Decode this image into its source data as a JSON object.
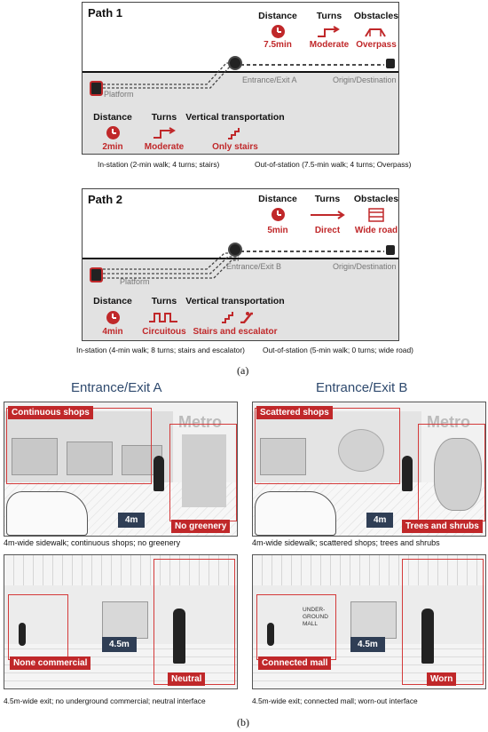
{
  "path1": {
    "title": "Path 1",
    "out_metrics": {
      "distance_label": "Distance",
      "distance_value": "7.5min",
      "turns_label": "Turns",
      "turns_value": "Moderate",
      "obstacles_label": "Obstacles",
      "obstacles_value": "Overpass"
    },
    "in_metrics": {
      "distance_label": "Distance",
      "distance_value": "2min",
      "turns_label": "Turns",
      "turns_value": "Moderate",
      "vertical_label": "Vertical transportation",
      "vertical_value": "Only stairs"
    },
    "platform": "Platform",
    "entrance": "Entrance/Exit A",
    "origin": "Origin/Destination",
    "caption_in": "In-station (2-min walk; 4 turns; stairs)",
    "caption_out": "Out-of-station (7.5-min walk; 4 turns; Overpass)"
  },
  "path2": {
    "title": "Path 2",
    "out_metrics": {
      "distance_label": "Distance",
      "distance_value": "5min",
      "turns_label": "Turns",
      "turns_value": "Direct",
      "obstacles_label": "Obstacles",
      "obstacles_value": "Wide road"
    },
    "in_metrics": {
      "distance_label": "Distance",
      "distance_value": "4min",
      "turns_label": "Turns",
      "turns_value": "Circuitous",
      "vertical_label": "Vertical transportation",
      "vertical_value": "Stairs and escalator"
    },
    "platform": "Platform",
    "entrance": "Entrance/Exit B",
    "origin": "Origin/Destination",
    "caption_in": "In-station (4-min walk; 8 turns; stairs and escalator)",
    "caption_out": "Out-of-station (5-min walk; 0 turns; wide road)"
  },
  "label_a": "(a)",
  "label_b": "(b)",
  "entrance_a_header": "Entrance/Exit A",
  "entrance_b_header": "Entrance/Exit B",
  "scenes": {
    "a_street": {
      "tag1": "Continuous shops",
      "tag2": "No greenery",
      "width": "4m",
      "sign": "Metro",
      "caption": "4m-wide sidewalk; continuous shops; no greenery"
    },
    "b_street": {
      "tag1": "Scattered shops",
      "tag2": "Trees and shrubs",
      "width": "4m",
      "sign": "Metro",
      "caption": "4m-wide sidewalk; scattered shops; trees and shrubs"
    },
    "a_exit": {
      "tag1": "None commercial",
      "tag2": "Neutral",
      "width": "4.5m",
      "caption": "4.5m-wide exit; no underground commercial; neutral interface"
    },
    "b_exit": {
      "tag1": "Connected mall",
      "tag2": "Worn",
      "width": "4.5m",
      "mall_sign": "UNDER-\nGROUND\nMALL",
      "caption": "4.5m-wide exit; connected mall; worn-out interface"
    }
  },
  "colors": {
    "accent_red": "#c0282a",
    "measure_navy": "#2f3e55",
    "header_blue": "#2f4a6e"
  }
}
